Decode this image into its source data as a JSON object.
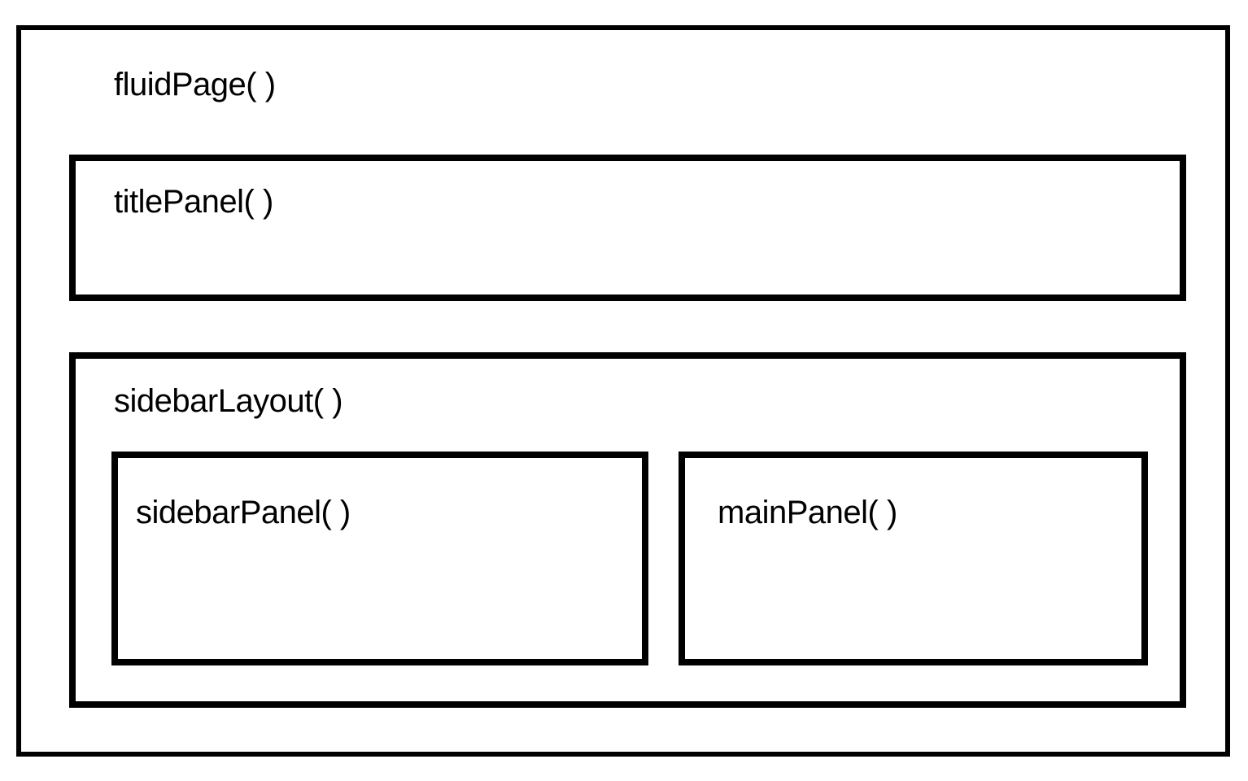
{
  "diagram": {
    "fluid_page_label": "fluidPage( )",
    "title_panel_label": "titlePanel( )",
    "sidebar_layout_label": "sidebarLayout( )",
    "sidebar_panel_label": "sidebarPanel( )",
    "main_panel_label": "mainPanel( )"
  },
  "colors": {
    "border": "#000000",
    "background": "#ffffff",
    "text": "#000000"
  }
}
